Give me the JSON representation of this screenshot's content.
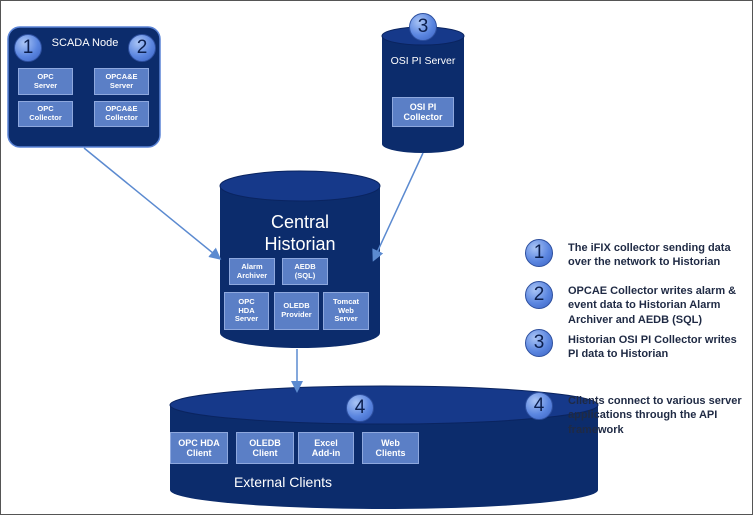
{
  "scada": {
    "title": "SCADA Node",
    "components": [
      "OPC\nServer",
      "OPCA&E\nServer",
      "OPC\nCollector",
      "OPCA&E\nCollector"
    ]
  },
  "osi": {
    "title": "OSI PI Server",
    "component": "OSI PI\nCollector"
  },
  "central": {
    "title": "Central\nHistorian",
    "components": [
      "Alarm\nArchiver",
      "AEDB\n(SQL)",
      "OPC\nHDA\nServer",
      "OLEDB\nProvider",
      "Tomcat\nWeb\nServer"
    ]
  },
  "external": {
    "title": "External Clients",
    "components": [
      "OPC HDA\nClient",
      "OLEDB\nClient",
      "Excel\nAdd-in",
      "Web\nClients"
    ]
  },
  "badges": {
    "scada_1": "1",
    "scada_2": "2",
    "osi": "3",
    "external": "4"
  },
  "legend": [
    {
      "number": "1",
      "text": "The iFIX collector sending data over the network to Historian"
    },
    {
      "number": "2",
      "text": "OPCAE Collector writes alarm & event data to Historian Alarm Archiver and AEDB (SQL)"
    },
    {
      "number": "3",
      "text": "Historian OSI PI Collector writes PI data to Historian"
    },
    {
      "number": "4",
      "text": "Clients connect to various server applications through the API framework"
    }
  ],
  "colors": {
    "node": "#0c2c6c",
    "component": "#5b7fc6",
    "arrow": "#5b8ad0"
  }
}
